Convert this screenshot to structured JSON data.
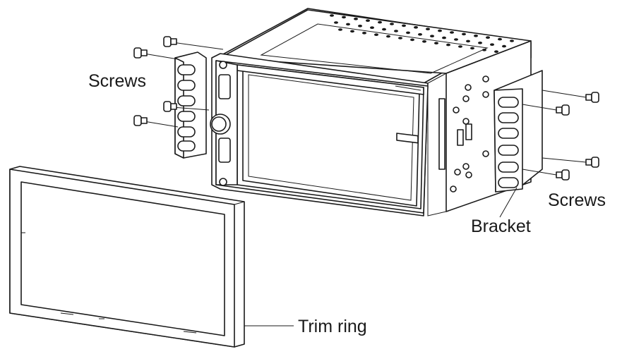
{
  "labels": {
    "screws_left": "Screws",
    "screws_right": "Screws",
    "bracket": "Bracket",
    "trim_ring": "Trim ring"
  }
}
